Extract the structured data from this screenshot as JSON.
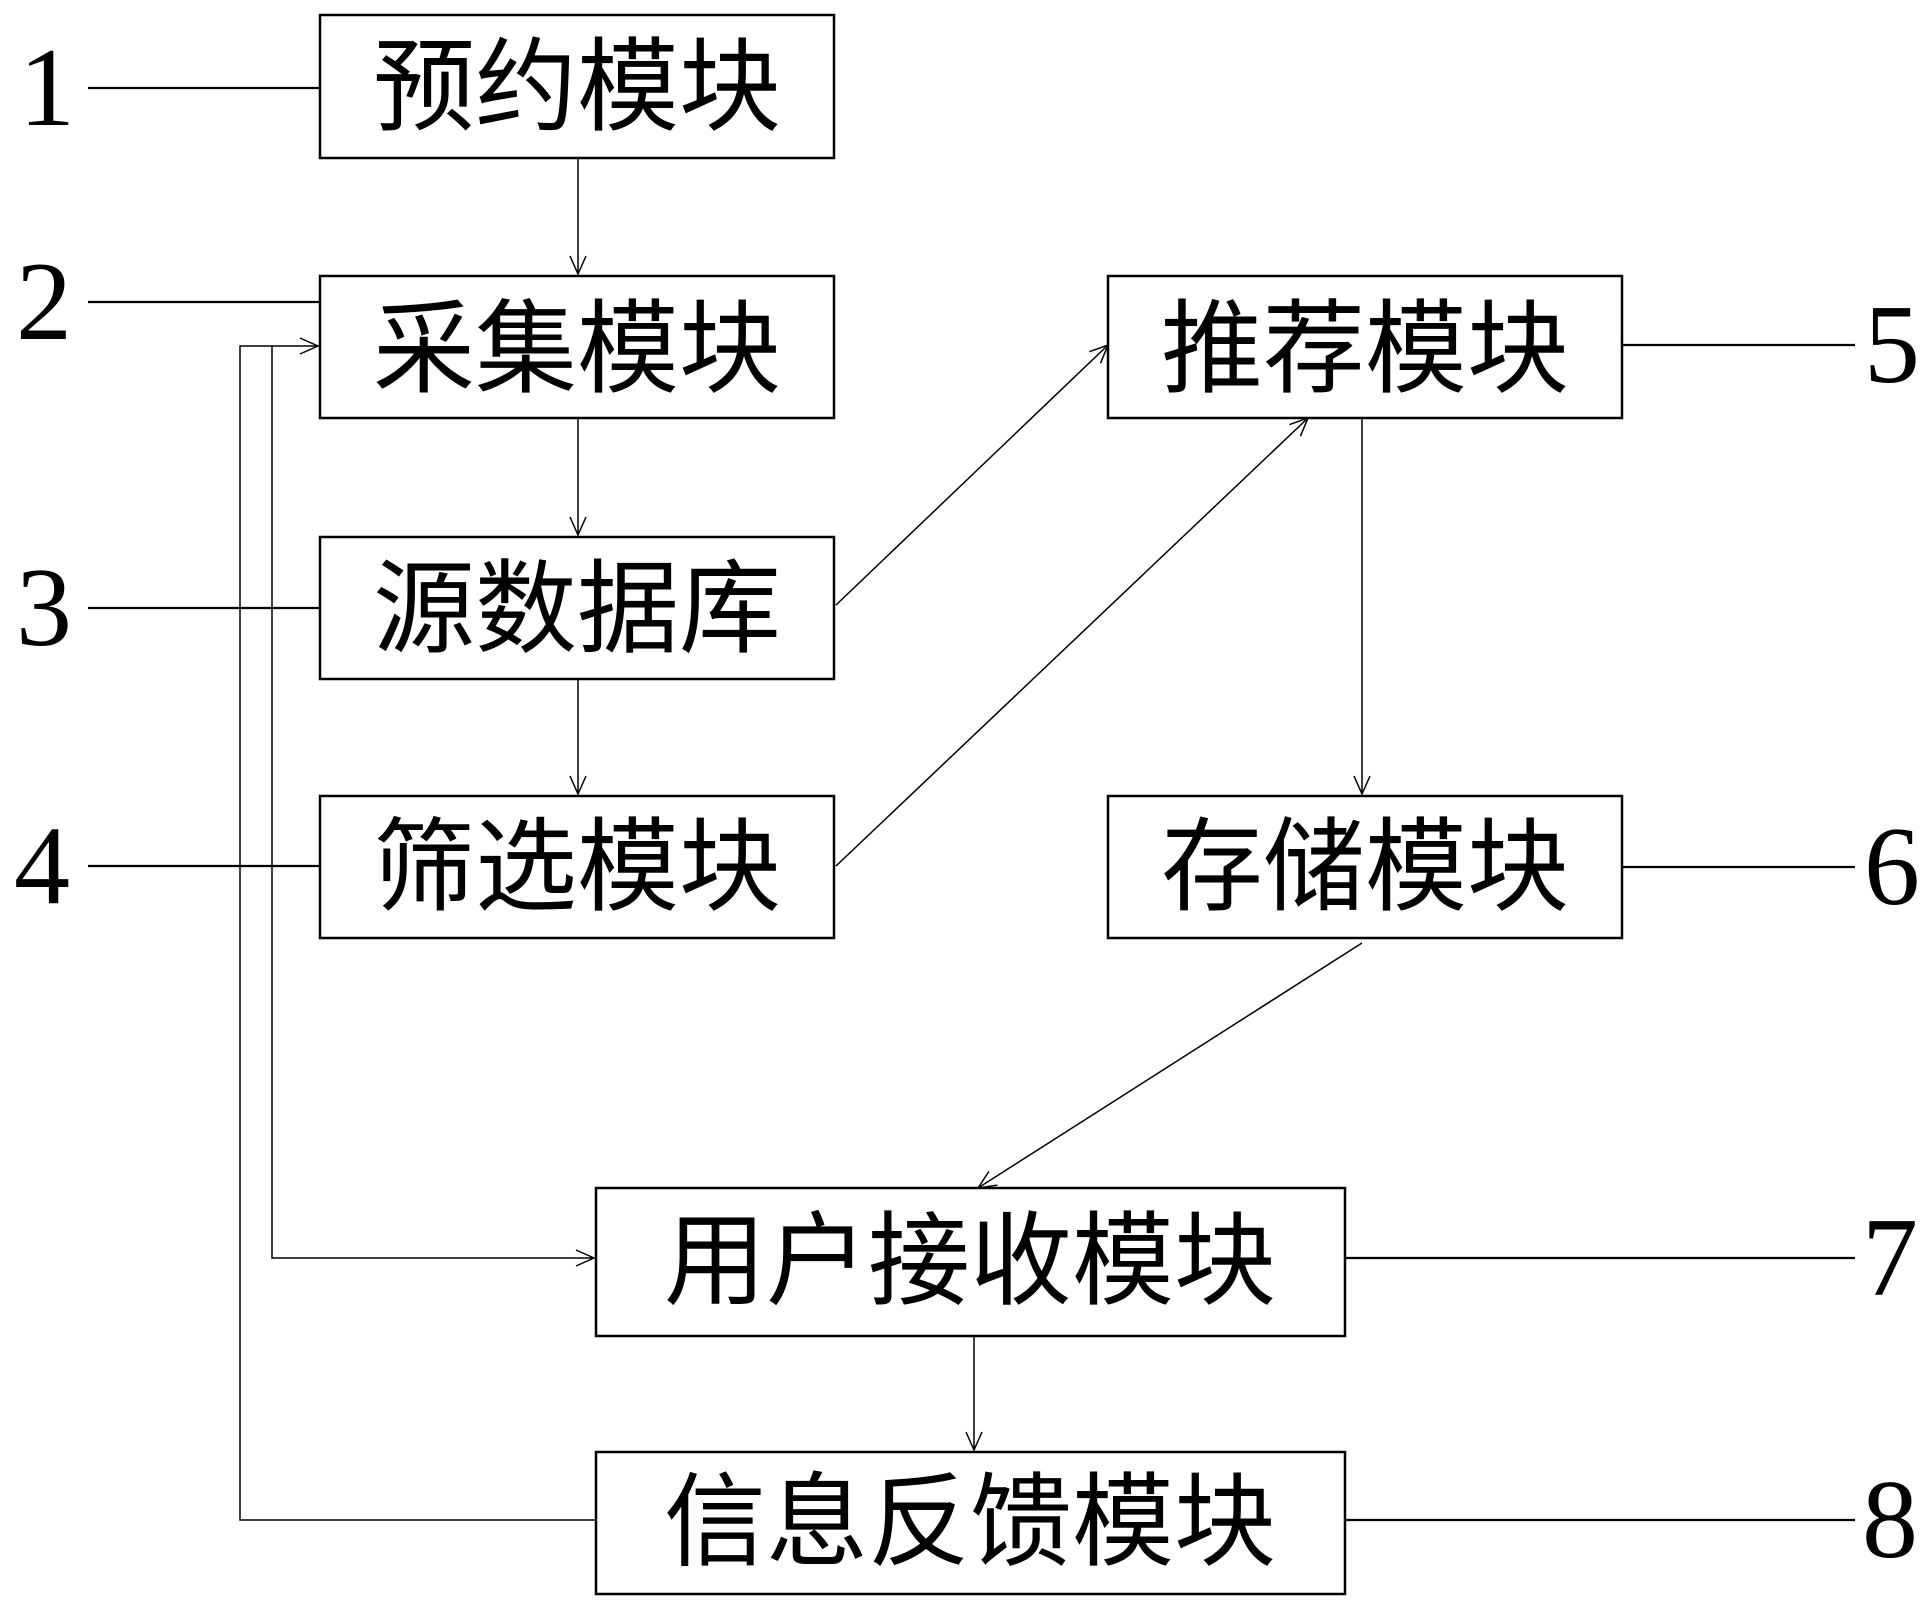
{
  "modules": {
    "reservation": "预约模块",
    "collection": "采集模块",
    "source_db": "源数据库",
    "filter": "筛选模块",
    "recommend": "推荐模块",
    "storage": "存储模块",
    "user_receive": "用户接收模块",
    "feedback": "信息反馈模块"
  },
  "labels": {
    "n1": "1",
    "n2": "2",
    "n3": "3",
    "n4": "4",
    "n5": "5",
    "n6": "6",
    "n7": "7",
    "n8": "8"
  }
}
